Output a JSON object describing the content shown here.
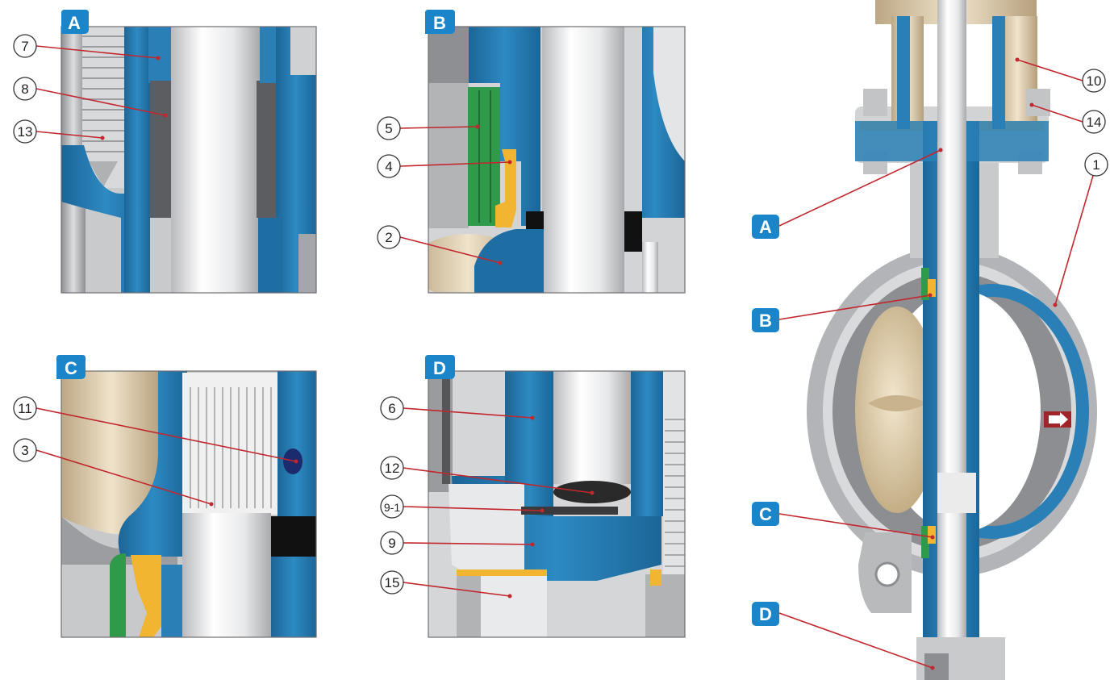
{
  "colors": {
    "accent": "#1a86c9",
    "body_blue": "#2a80b6",
    "body_dark_blue": "#1b5f8d",
    "shaft_gray": "#e6e7e8",
    "metal_gray": "#b8b9bb",
    "disc_tan": "#d9c8a8",
    "seal_green": "#2f9a4a",
    "ring_yellow": "#f2b531",
    "leader_red": "#c2272d"
  },
  "panels": [
    {
      "id": "A",
      "label": "A",
      "name": "detail-panel-a"
    },
    {
      "id": "B",
      "label": "B",
      "name": "detail-panel-b"
    },
    {
      "id": "C",
      "label": "C",
      "name": "detail-panel-c"
    },
    {
      "id": "D",
      "label": "D",
      "name": "detail-panel-d"
    }
  ],
  "callouts": {
    "panel_a": [
      "7",
      "8",
      "13"
    ],
    "panel_b": [
      "5",
      "4",
      "2"
    ],
    "panel_c": [
      "11",
      "3"
    ],
    "panel_d": [
      "6",
      "12",
      "9-1",
      "9",
      "15"
    ],
    "main_view": [
      "10",
      "14",
      "1"
    ]
  },
  "main_view_markers": [
    "A",
    "B",
    "C",
    "D"
  ]
}
